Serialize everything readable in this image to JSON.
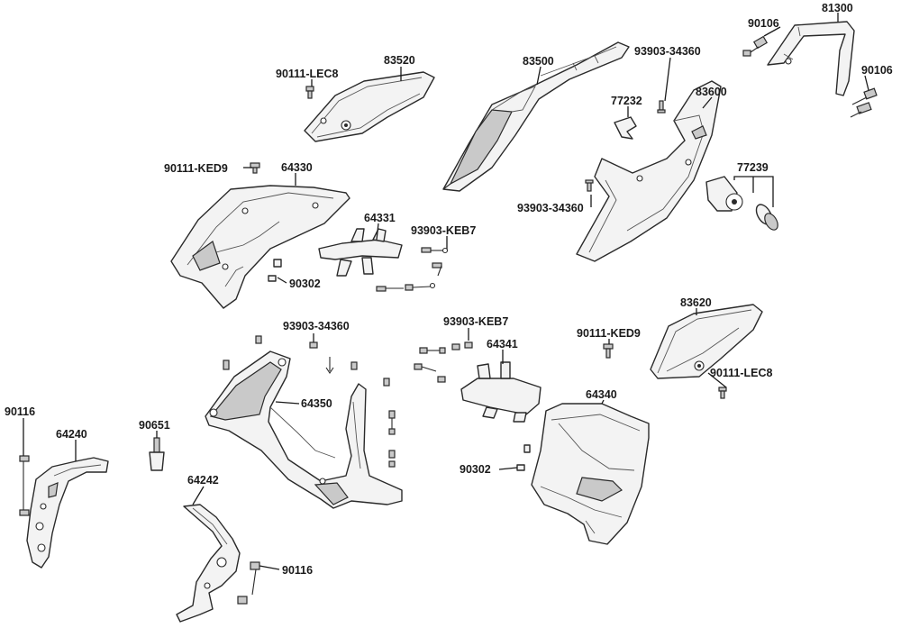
{
  "labels": {
    "p90111_lec8_top": "90111-LEC8",
    "p83520": "83520",
    "p83500": "83500",
    "p93903_34360_a": "93903-34360",
    "p83600": "83600",
    "p77232": "77232",
    "p90106_a": "90106",
    "p81300": "81300",
    "p90106_b": "90106",
    "p90111_ked9_left": "90111-KED9",
    "p64330": "64330",
    "p64331": "64331",
    "p93903_keb7_a": "93903-KEB7",
    "p93903_34360_b": "93903-34360",
    "p77239": "77239",
    "p90302_a": "90302",
    "p93903_34360_c": "93903-34360",
    "p93903_keb7_b": "93903-KEB7",
    "p64341": "64341",
    "p83620": "83620",
    "p90111_ked9_right": "90111-KED9",
    "p90111_lec8_right": "90111-LEC8",
    "p64350": "64350",
    "p64340": "64340",
    "p90116_a": "90116",
    "p64240": "64240",
    "p90651": "90651",
    "p64242": "64242",
    "p90302_b": "90302",
    "p90116_b": "90116"
  }
}
